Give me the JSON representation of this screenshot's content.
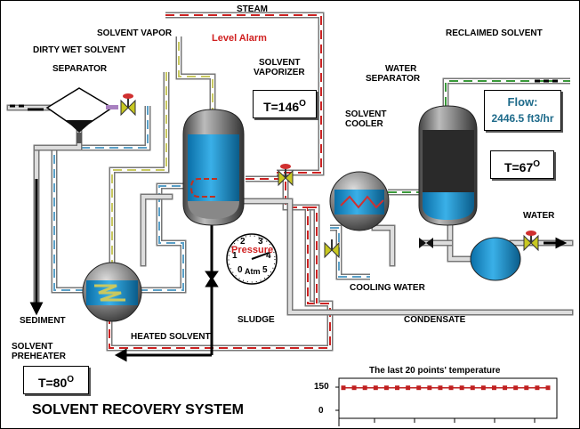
{
  "title": "SOLVENT RECOVERY SYSTEM",
  "labels": {
    "steam": "STEAM",
    "level_alarm": "Level Alarm",
    "solvent_vapor": "SOLVENT VAPOR",
    "dirty_wet_solvent": "DIRTY WET SOLVENT",
    "separator": "SEPARATOR",
    "solvent_vaporizer_1": "SOLVENT",
    "solvent_vaporizer_2": "VAPORIZER",
    "reclaimed_solvent": "RECLAIMED SOLVENT",
    "water_separator_1": "WATER",
    "water_separator_2": "SEPARATOR",
    "solvent_cooler_1": "SOLVENT",
    "solvent_cooler_2": "COOLER",
    "water": "WATER",
    "cooling_water": "COOLING WATER",
    "sediment": "SEDIMENT",
    "sludge": "SLUDGE",
    "condensate": "CONDENSATE",
    "heated_solvent": "HEATED SOLVENT",
    "solvent_preheater_1": "SOLVENT",
    "solvent_preheater_2": "PREHEATER"
  },
  "readouts": {
    "vaporizer_temp": "T=146",
    "separator_temp": "T=67",
    "preheater_temp": "T=80",
    "degree": "O",
    "flow_label": "Flow:",
    "flow_value": "2446.5 ft3/hr"
  },
  "gauge": {
    "label": "Pressure",
    "unit": "Atm",
    "ticks": [
      "0",
      "1",
      "2",
      "3",
      "4",
      "5"
    ],
    "value": 3.8
  },
  "colors": {
    "steam": "#cc2222",
    "solvent": "#5aa0c8",
    "vapor": "#c8c860",
    "reclaimed": "#3a9a3a",
    "gray_line": "#999999",
    "vessel_fill": "#1a8ac0"
  },
  "chart_data": {
    "type": "line",
    "title": "The last 20 points' temperature",
    "y_ticks": [
      "150",
      "0"
    ],
    "ylim": [
      0,
      150
    ],
    "values": [
      146,
      146,
      146,
      146,
      146,
      146,
      146,
      146,
      146,
      146,
      146,
      146,
      146,
      146,
      146,
      146,
      146,
      146,
      146,
      146
    ],
    "series": [
      {
        "name": "",
        "values": [
          146,
          146,
          146,
          146,
          146,
          146,
          146,
          146,
          146,
          146,
          146,
          146,
          146,
          146,
          146,
          146,
          146,
          146,
          146,
          146
        ]
      }
    ]
  }
}
